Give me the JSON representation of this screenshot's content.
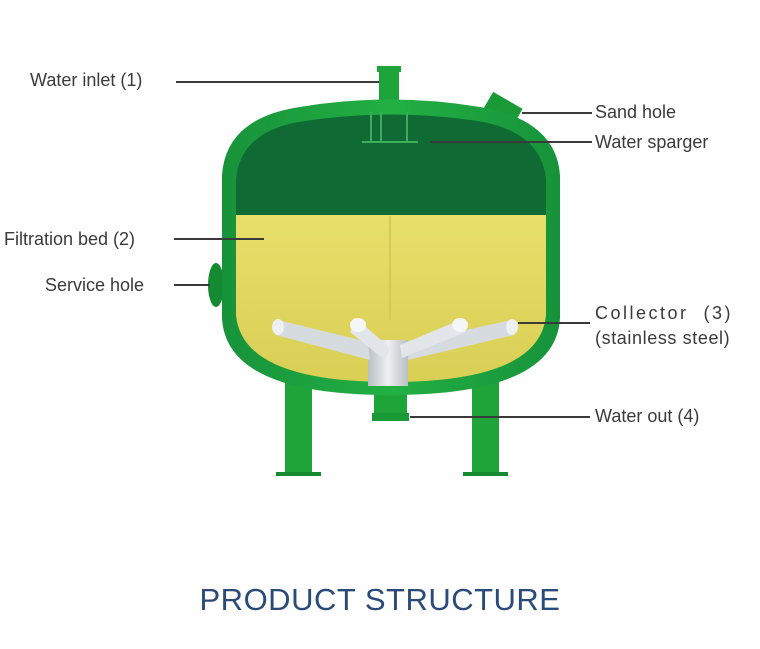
{
  "diagram": {
    "title": "PRODUCT STRUCTURE",
    "subject": "sand filter tank cross-section",
    "colors": {
      "shell": "#1fa43a",
      "shell_dark": "#11752c",
      "headspace": "#0f6a34",
      "filtration_bed": "#e2d862",
      "collector": "#d6dbe0",
      "label_text": "#3a3a3a",
      "title_text": "#2a4a7a"
    },
    "labels": {
      "water_inlet": "Water inlet (1)",
      "sand_hole": "Sand hole",
      "water_sparger": "Water sparger",
      "filtration_bed": "Filtration bed (2)",
      "service_hole": "Service hole",
      "collector_line1": "Collector  (3)",
      "collector_line2": "(stainless steel)",
      "water_out": "Water out (4)"
    }
  }
}
